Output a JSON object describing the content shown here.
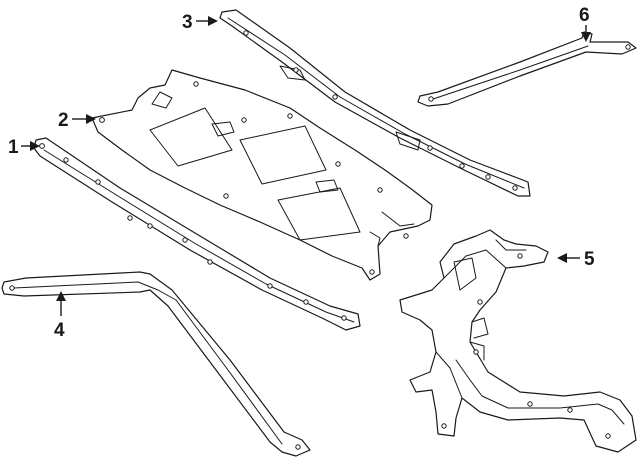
{
  "diagram": {
    "colors": {
      "line": "#1a1a1a",
      "background": "#ffffff"
    },
    "parts": [
      {
        "id": "upper-tie-bar",
        "callout": "1"
      },
      {
        "id": "splash-shield",
        "callout": "2"
      },
      {
        "id": "upper-rail",
        "callout": "3"
      },
      {
        "id": "lower-brace",
        "callout": "4"
      },
      {
        "id": "radiator-support-bracket",
        "callout": "5"
      },
      {
        "id": "side-brace",
        "callout": "6"
      }
    ]
  }
}
